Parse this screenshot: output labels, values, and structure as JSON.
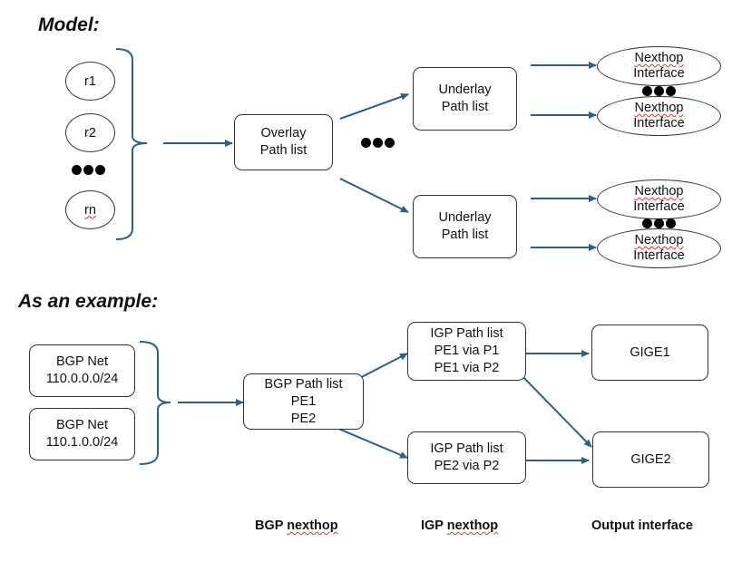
{
  "headings": {
    "model": "Model:",
    "example": "As an example:"
  },
  "model": {
    "routes": [
      "r1",
      "r2",
      "rn"
    ],
    "overlay": [
      "Overlay",
      "Path list"
    ],
    "underlay": [
      "Underlay",
      "Path list"
    ],
    "nexthop": [
      "Nexthop",
      "Interface"
    ]
  },
  "example": {
    "nets": [
      {
        "line1": "BGP Net",
        "line2": "110.0.0.0/24"
      },
      {
        "line1": "BGP Net",
        "line2": "110.1.0.0/24"
      }
    ],
    "bgp_path": {
      "title": "BGP Path list",
      "items": [
        "PE1",
        "PE2"
      ]
    },
    "igp_path_1": {
      "title": "IGP Path list",
      "items": [
        "PE1 via P1",
        "PE1 via P2"
      ]
    },
    "igp_path_2": {
      "title": "IGP Path list",
      "items": [
        "PE2 via P2"
      ]
    },
    "interfaces": [
      "GIGE1",
      "GIGE2"
    ]
  },
  "footer": {
    "bgp_prefix": "BGP ",
    "bgp_word": "nexthop",
    "igp_prefix": "IGP ",
    "igp_word": "nexthop",
    "output": "Output interface"
  },
  "colors": {
    "arrow": "#2e5f86",
    "border": "#333333"
  }
}
